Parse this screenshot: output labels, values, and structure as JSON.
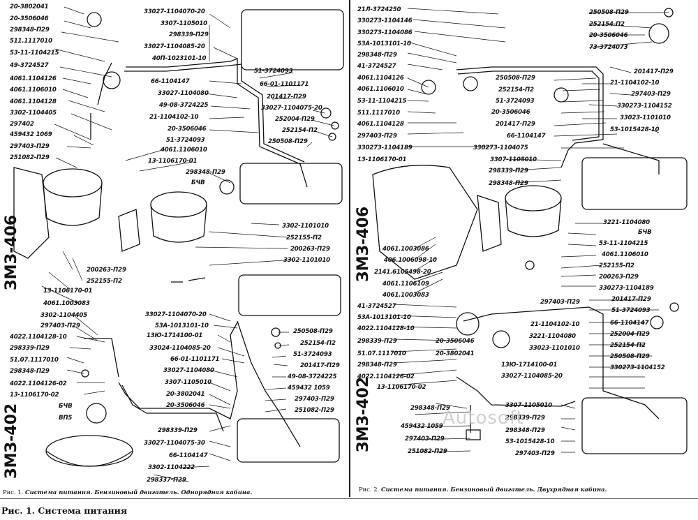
{
  "figure_title": "Рис. 1. Система питания",
  "watermark": "Autosoft",
  "panel_left": {
    "caption_label": "Рис. 1.",
    "caption_text": "Система питания. Бензиновый двигатель. Однорядная кабина.",
    "engine_406": "ЗМЗ-406",
    "engine_402": "ЗМЗ-402",
    "labels": [
      "20-3802041",
      "20-3506046",
      "298348-П29",
      "511.1117010",
      "53-11-1104215",
      "49-3724527",
      "4061.1104126",
      "4061.1106010",
      "4061.1104128",
      "3302-1104405",
      "297402",
      "459432 1069",
      "297403-П29",
      "251082-П29",
      "33027-1104070-20",
      "3307-1105010",
      "298339-П29",
      "33027-1104085-20",
      "40П-1023101-10",
      "51-3724093",
      "66-01-1101171",
      "201417-П29",
      "66-1104147",
      "33027-1104080",
      "49-08-3724225",
      "21-1104102-10",
      "33027-1104075-20",
      "252004-П29",
      "252154-П2",
      "20-3506046",
      "250508-П29",
      "51-3724093",
      "4061.1106010",
      "13-1106170-01",
      "298348-П29",
      "БЧВ",
      "3302-1101010",
      "252155-П2",
      "200263-П29",
      "3302-1101010",
      "200263-П29",
      "252155-П2",
      "13-1106170-01",
      "4061.1003083",
      "3302-1104405",
      "297403-П29",
      "4022.1104128-10",
      "298339-П29",
      "51.07.1117010",
      "298348-П29",
      "4022.1104126-02",
      "13-1106170-02",
      "БЧВ",
      "ВП5",
      "33027-1104070-20",
      "53А-1013101-10",
      "13Ю-1714100-01",
      "33024-1104085-20",
      "66-01-1101171",
      "33027-1104080",
      "3307-1105010",
      "20-3802041",
      "20-3506046",
      "298339-П29",
      "33027-1104075-30",
      "66-1104147",
      "3302-1104222",
      "298337-П29",
      "250508-П29",
      "252154-П2",
      "51-3724093",
      "201417-П29",
      "49-08-3724225",
      "459432 1059",
      "297403-П29",
      "251082-П29"
    ]
  },
  "panel_right": {
    "caption_label": "Рис. 2.",
    "caption_text": "Система питания. Бензиновый двигатель. Двухрядная кабина.",
    "engine_406": "ЗМЗ-406",
    "engine_402": "ЗМЗ-402",
    "labels": [
      "21Л-3724250",
      "330273-1104146",
      "330273-1104086",
      "53А-1013101-10",
      "298348-П29",
      "41-3724527",
      "4061.1104126",
      "4061.1106010",
      "53-11-1104215",
      "511.1117010",
      "4061.1104128",
      "297403-П29",
      "330273-1104189",
      "13-1106170-01",
      "250508-П29",
      "252154-П2",
      "20-3506046",
      "73-3724073",
      "201417-П29",
      "21-1104102-10",
      "297403-П29",
      "330273-1104152",
      "33023-1101010",
      "53-1015428-10",
      "250508-П29",
      "252154-П2",
      "51-3724093",
      "20-3506046",
      "201417-П29",
      "66-1104147",
      "330273-1104075",
      "3307-1105010",
      "298339-П29",
      "298348-П29",
      "3221-1104080",
      "БЧВ",
      "53-11-1104215",
      "4061.1106010",
      "4061.1003086",
      "406.1006098-10",
      "2141.6105498-20",
      "4061.1106109",
      "4061.1003083",
      "252155-П2",
      "200263-П29",
      "330273-1104189",
      "41-3724527",
      "53А-1013101-10",
      "4022.1104128-10",
      "298339-П29",
      "51.07.1117010",
      "298348-П29",
      "4022.1104126-02",
      "13-1106170-02",
      "20-3506046",
      "20-3802041",
      "297403-П29",
      "201417-П29",
      "51-3724093",
      "66-1104147",
      "21-1104102-10",
      "3221-1104080",
      "33023-1101010",
      "252004-П29",
      "252154-П2",
      "250508-П29",
      "330273-1104152",
      "13Ю-1714100-01",
      "33027-1104085-20",
      "298348-П29",
      "459432 1059",
      "297403-П29",
      "251082-П29",
      "3307-1105010",
      "298339-П29",
      "298348-П29",
      "53-1015428-10",
      "297403-П29"
    ]
  }
}
